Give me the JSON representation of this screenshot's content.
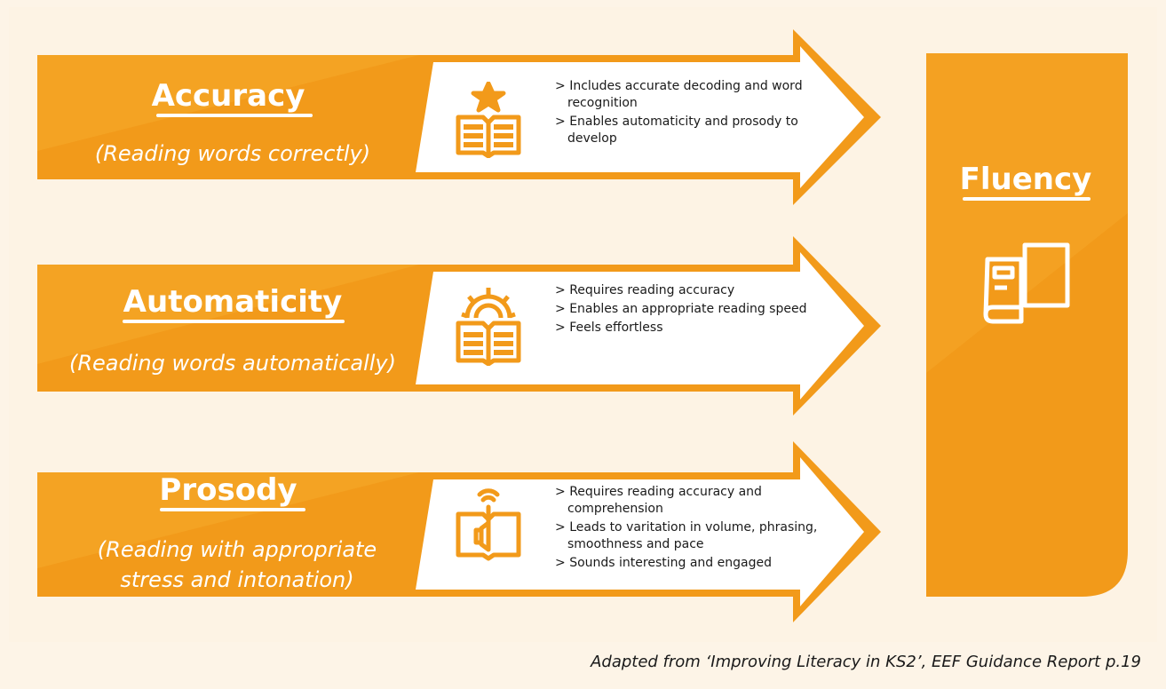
{
  "rows": [
    {
      "title": "Accuracy",
      "subtitle": "(Reading words correctly)",
      "icon": "book-star-icon",
      "bullets": [
        "Includes accurate decoding and word recognition",
        "Enables automaticity and prosody to develop"
      ]
    },
    {
      "title": "Automaticity",
      "subtitle": "(Reading words automatically)",
      "icon": "book-gear-icon",
      "bullets": [
        "Requires reading accuracy",
        "Enables an appropriate reading speed",
        "Feels effortless"
      ]
    },
    {
      "title": "Prosody",
      "subtitle": "(Reading with appropriate stress and intonation)",
      "icon": "book-speaker-icon",
      "bullets": [
        "Requires reading accuracy and comprehension",
        "Leads to varitation in volume, phrasing, smoothness and pace",
        "Sounds interesting and engaged"
      ]
    }
  ],
  "result": {
    "title": "Fluency",
    "icon": "books-icon"
  },
  "caption": "Adapted from ‘Improving Literacy in KS2’, EEF Guidance Report p.19",
  "colors": {
    "orange": "#f29a1a",
    "orange_light": "#f5a628",
    "background": "#fdf4e7",
    "text": "#1a1a1a"
  }
}
